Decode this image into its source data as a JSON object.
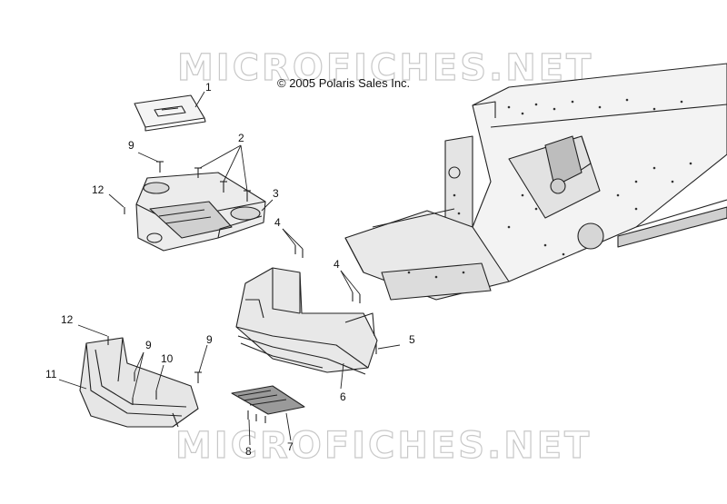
{
  "watermark": {
    "top": "MICROFICHES.NET",
    "bottom": "MICROFICHES.NET"
  },
  "copyright": "© 2005 Polaris Sales Inc.",
  "callouts": [
    {
      "id": "c1",
      "label": "1"
    },
    {
      "id": "c2",
      "label": "2"
    },
    {
      "id": "c3",
      "label": "3"
    },
    {
      "id": "c4a",
      "label": "4"
    },
    {
      "id": "c4b",
      "label": "4"
    },
    {
      "id": "c5",
      "label": "5"
    },
    {
      "id": "c6",
      "label": "6"
    },
    {
      "id": "c7",
      "label": "7"
    },
    {
      "id": "c8",
      "label": "8"
    },
    {
      "id": "c9a",
      "label": "9"
    },
    {
      "id": "c9b",
      "label": "9"
    },
    {
      "id": "c9c",
      "label": "9"
    },
    {
      "id": "c10",
      "label": "10"
    },
    {
      "id": "c11",
      "label": "11"
    },
    {
      "id": "c12a",
      "label": "12"
    },
    {
      "id": "c12b",
      "label": "12"
    }
  ]
}
